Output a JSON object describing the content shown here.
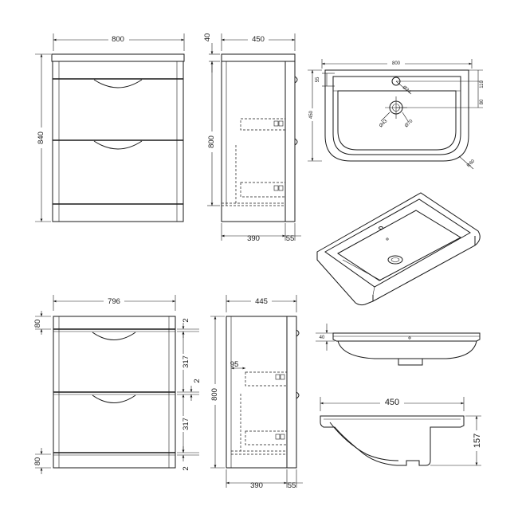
{
  "top_front": {
    "width": "800",
    "height": "840"
  },
  "top_side": {
    "depth": "450",
    "top_thickness": "40",
    "height": "800",
    "body_depth": "390",
    "front_depth": "55"
  },
  "basin_plan": {
    "width": "800",
    "depth": "450",
    "back_margin": "55",
    "tap_offset": "110",
    "waste_offset": "80",
    "tap_hole": "Ø34",
    "waste_dia_1": "Ø43",
    "waste_dia_2": "Ø70",
    "corner_radius": "R60"
  },
  "bottom_front": {
    "width": "796",
    "top_rail": "80",
    "gap_top": "2",
    "drawer_1": "317",
    "gap_mid": "2",
    "drawer_2": "317",
    "plinth": "80",
    "gap_bottom": "2"
  },
  "bottom_side": {
    "depth": "445",
    "height": "800",
    "inner_offset": "95",
    "body_depth": "390",
    "front_depth": "55"
  },
  "basin_front": {
    "rim_height": "40"
  },
  "basin_side": {
    "depth": "450",
    "height": "157"
  }
}
